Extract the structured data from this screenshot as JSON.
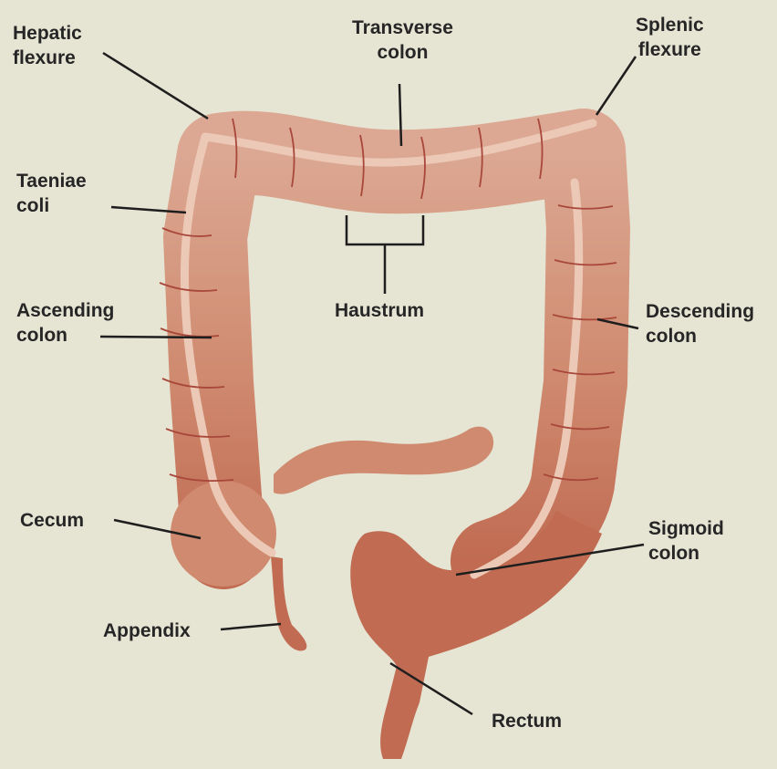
{
  "colors": {
    "background": "#e6e4d3",
    "colon_light": "#dca893",
    "colon_mid": "#cf8a6f",
    "colon_dark": "#c06b52",
    "taenia_band": "#ecc9b6",
    "haustra_line": "#a8473a",
    "leader_line": "#1e1e1e",
    "label_text": "#262626"
  },
  "labels": {
    "hepatic_flexure": [
      "Hepatic",
      "flexure"
    ],
    "transverse_colon": [
      "Transverse",
      "colon"
    ],
    "splenic_flexure": [
      "Splenic",
      "flexure"
    ],
    "taeniae_coli": [
      "Taeniae",
      "coli"
    ],
    "haustrum": "Haustrum",
    "ascending_colon": [
      "Ascending",
      "colon"
    ],
    "descending_colon": [
      "Descending",
      "colon"
    ],
    "cecum": "Cecum",
    "sigmoid_colon": [
      "Sigmoid",
      "colon"
    ],
    "appendix": "Appendix",
    "rectum": "Rectum"
  }
}
